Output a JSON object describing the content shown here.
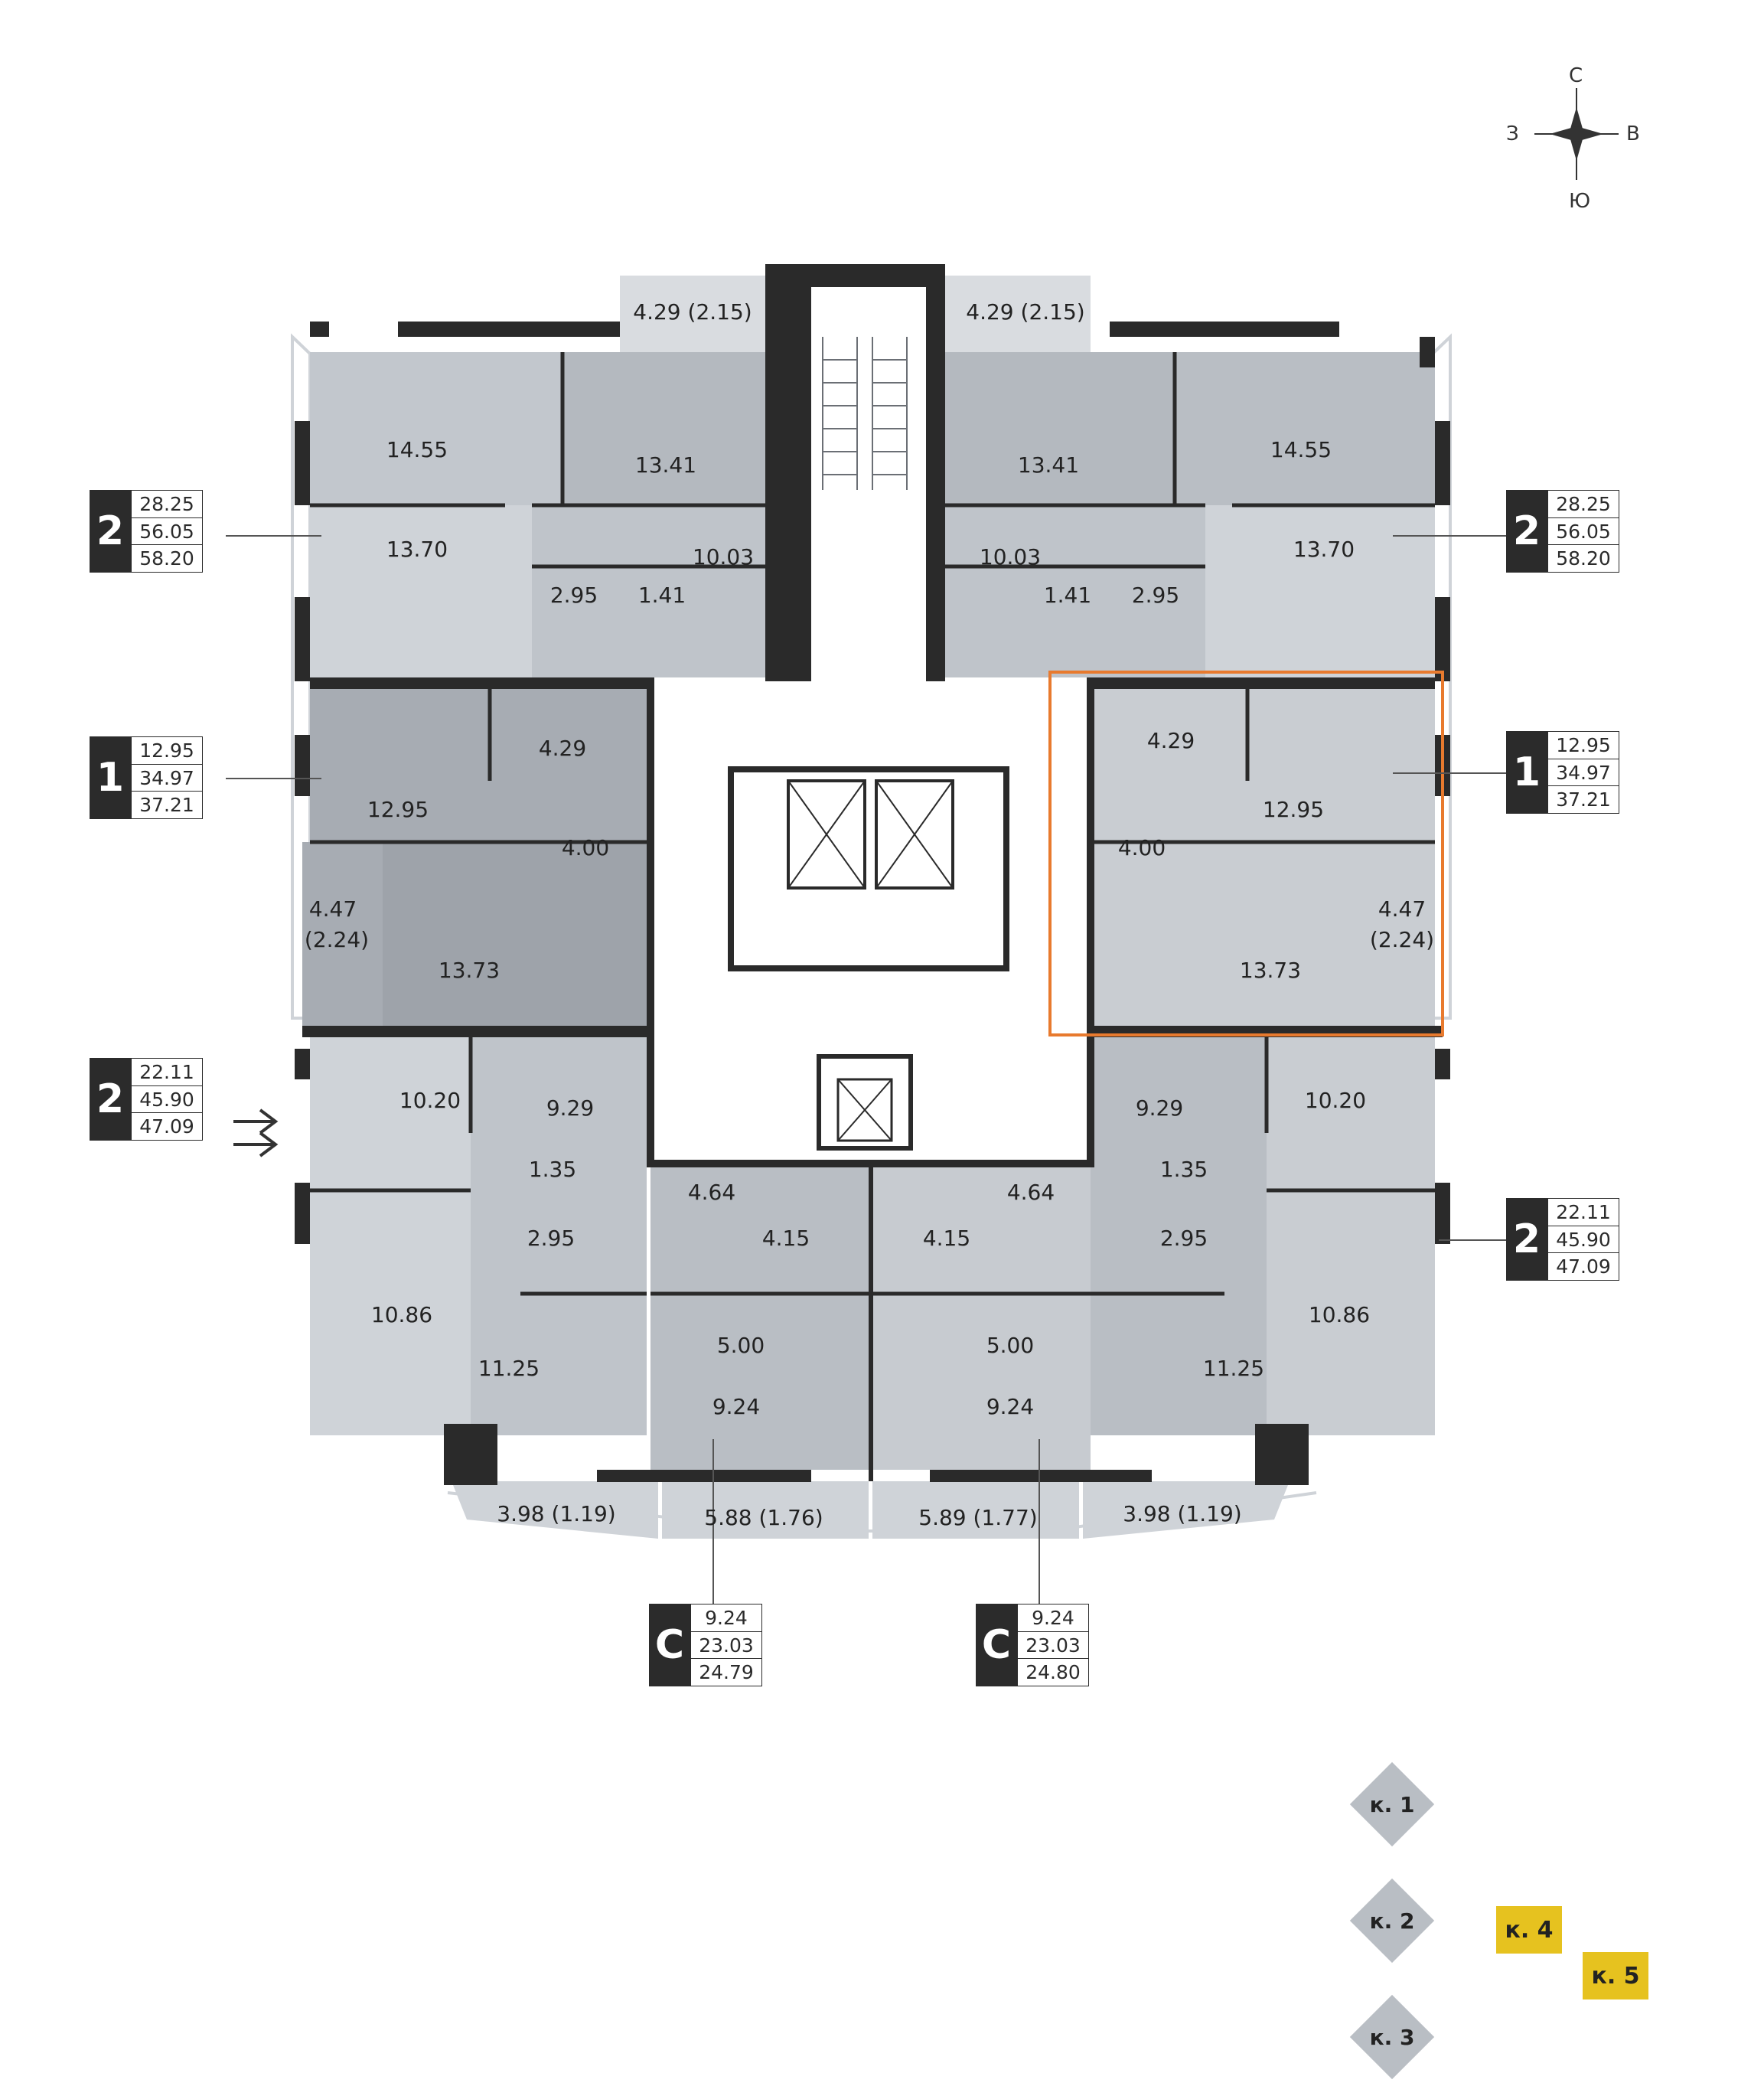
{
  "compass": {
    "north": "С",
    "south": "Ю",
    "west": "З",
    "east": "В"
  },
  "apartments": [
    {
      "rooms": "2",
      "living": "28.25",
      "total": "56.05",
      "total_bal": "58.20"
    },
    {
      "rooms": "2",
      "living": "28.25",
      "total": "56.05",
      "total_bal": "58.20"
    },
    {
      "rooms": "1",
      "living": "12.95",
      "total": "34.97",
      "total_bal": "37.21"
    },
    {
      "rooms": "1",
      "living": "12.95",
      "total": "34.97",
      "total_bal": "37.21"
    },
    {
      "rooms": "2",
      "living": "22.11",
      "total": "45.90",
      "total_bal": "47.09"
    },
    {
      "rooms": "2",
      "living": "22.11",
      "total": "45.90",
      "total_bal": "47.09"
    },
    {
      "rooms": "С",
      "living": "9.24",
      "total": "23.03",
      "total_bal": "24.79"
    },
    {
      "rooms": "С",
      "living": "9.24",
      "total": "23.03",
      "total_bal": "24.80"
    }
  ],
  "room_areas": {
    "nw_balcony": "4.29 (2.15)",
    "ne_balcony": "4.29 (2.15)",
    "nw_room": "14.55",
    "nw_kitchen": "13.41",
    "nw_bedroom": "13.70",
    "nw_hall": "10.03",
    "nw_bath": "2.95",
    "nw_wc": "1.41",
    "ne_room": "14.55",
    "ne_kitchen": "13.41",
    "ne_bedroom": "13.70",
    "ne_hall": "10.03",
    "ne_bath": "2.95",
    "ne_wc": "1.41",
    "w1_bedroom": "12.95",
    "w1_bath": "4.29",
    "w1_hall": "4.00",
    "w1_kitchen": "13.73",
    "w1_loggia": "4.47",
    "w1_loggia_red": "(2.24)",
    "e1_bedroom": "12.95",
    "e1_bath": "4.29",
    "e1_hall": "4.00",
    "e1_kitchen": "13.73",
    "e1_loggia": "4.47",
    "e1_loggia_red": "(2.24)",
    "sw_kitchen": "10.20",
    "sw_hall": "9.29",
    "sw_wc": "1.35",
    "sw_bath": "2.95",
    "sw_room": "10.86",
    "sw_bedroom": "11.25",
    "se_kitchen": "10.20",
    "se_hall": "9.29",
    "se_wc": "1.35",
    "se_bath": "2.95",
    "se_room": "10.86",
    "se_bedroom": "11.25",
    "sc1_hall": "4.64",
    "sc1_bath": "4.15",
    "sc1_kitchen": "5.00",
    "sc1_room": "9.24",
    "sc2_hall": "4.64",
    "sc2_bath": "4.15",
    "sc2_kitchen": "5.00",
    "sc2_room": "9.24",
    "bal_sw": "3.98 (1.19)",
    "bal_s1": "5.88 (1.76)",
    "bal_s2": "5.89 (1.77)",
    "bal_se": "3.98 (1.19)"
  },
  "corpus_nav": [
    {
      "label": "к. 1",
      "active": false
    },
    {
      "label": "к. 2",
      "active": false
    },
    {
      "label": "к. 3",
      "active": false
    },
    {
      "label": "к. 4",
      "active": true
    },
    {
      "label": "к. 5",
      "active": true
    }
  ],
  "colors": {
    "wall": "#2a2a2a",
    "room_dark": "#a4a9b0",
    "room_mid": "#b9bec5",
    "room_light": "#cdd1d6",
    "room_pale": "#dfe2e6",
    "highlight": "#e87a2e",
    "active_corpus": "#e6c21f",
    "inactive_corpus": "#b9bec4"
  }
}
